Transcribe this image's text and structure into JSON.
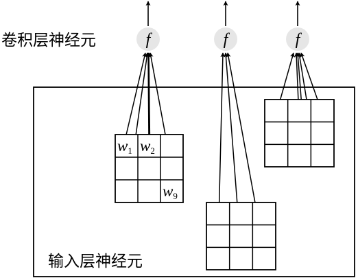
{
  "labels": {
    "conv_layer": "卷积层神经元",
    "input_layer": "输入层神经元"
  },
  "neuron_symbol": "f",
  "weights": [
    {
      "base": "w",
      "sub": "1"
    },
    {
      "base": "w",
      "sub": "2"
    },
    {
      "base": "w",
      "sub": "9"
    }
  ],
  "colors": {
    "neuron_fill": "#e6e6e6",
    "line": "#000000"
  }
}
